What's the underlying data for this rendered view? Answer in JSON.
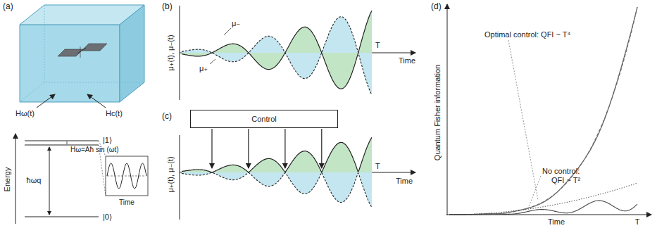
{
  "diagram": {
    "nodes": [
      {
        "text": [
          "Control"
        ]
      }
    ],
    "labels": [
      "(a)",
      "Hω(t)",
      "Hc(t)",
      "Energy",
      "|1⟩",
      "ħωq",
      "Hω=Aħ sin (ωt)",
      "|0⟩",
      "Time",
      "(b)",
      "μ₊(t), μ₋(t)",
      "μ₋",
      "μ₊",
      "T",
      "Time",
      "(c)",
      "μ₊(t), μ₋(t)",
      "T",
      "Time",
      "(d)",
      "Quantum Fisher information",
      "Optimal control: QFI ~ T⁴",
      "No control:",
      "QFI ~ T²",
      "Time",
      "T"
    ]
  }
}
